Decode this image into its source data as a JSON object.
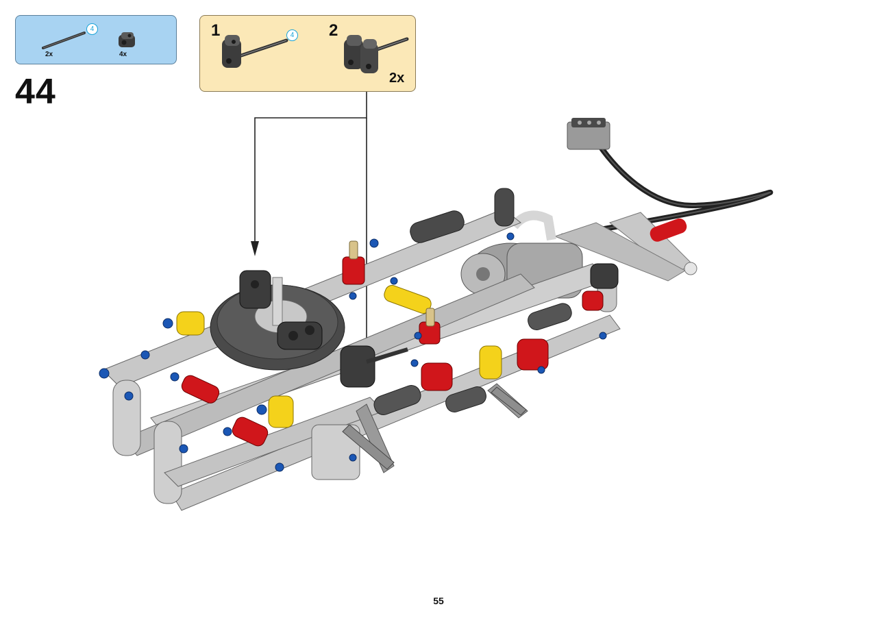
{
  "parts_list": {
    "items": [
      {
        "icon": "axle-icon",
        "quantity": "2x",
        "length_badge": "4"
      },
      {
        "icon": "connector-icon",
        "quantity": "4x"
      }
    ]
  },
  "step": {
    "number": "44"
  },
  "sub_assembly": {
    "steps": [
      {
        "number": "1",
        "length_badge": "4"
      },
      {
        "number": "2",
        "multiplier": "2x"
      }
    ]
  },
  "model": {
    "icon": "technic-chassis-assembly-icon"
  },
  "colors": {
    "parts_list_bg": "#a8d3f2",
    "sub_assembly_bg": "#fbe8b7",
    "beam_gray": "#c8c8c8",
    "dark_gray": "#4a4a4a",
    "red": "#d0161b",
    "yellow": "#f4d21b",
    "blue": "#1b57b5"
  },
  "page": {
    "number": "55"
  }
}
